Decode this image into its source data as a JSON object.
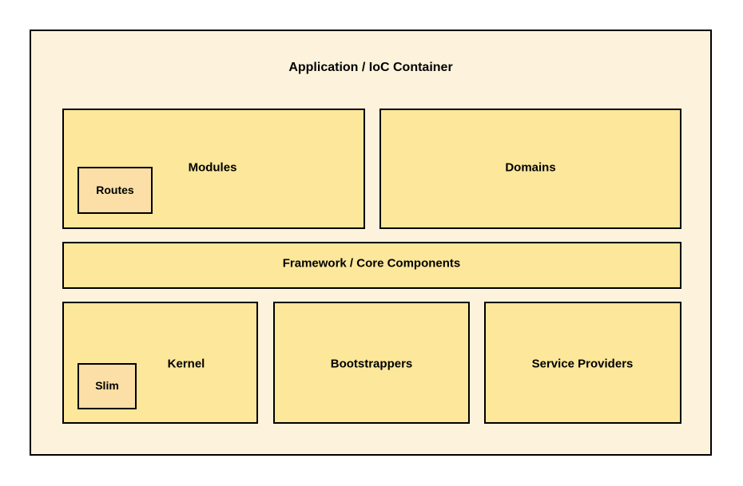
{
  "diagram": {
    "title": "Application / IoC Container",
    "colors": {
      "container_fill": "#fdf3dc",
      "panel_fill": "#fce79b",
      "nested_fill": "#fbdfa6",
      "stroke": "#000000",
      "text": "#000000",
      "page_background": "#ffffff"
    },
    "container": {
      "label": "Application / IoC Container"
    },
    "rows": {
      "top": [
        {
          "key": "modules",
          "label": "Modules",
          "nested": {
            "key": "routes",
            "label": "Routes"
          }
        },
        {
          "key": "domains",
          "label": "Domains",
          "nested": null
        }
      ],
      "middle": [
        {
          "key": "framework",
          "label": "Framework / Core Components",
          "nested": null
        }
      ],
      "bottom": [
        {
          "key": "kernel",
          "label": "Kernel",
          "nested": {
            "key": "slim",
            "label": "Slim"
          }
        },
        {
          "key": "bootstrappers",
          "label": "Bootstrappers",
          "nested": null
        },
        {
          "key": "service-providers",
          "label": "Service Providers",
          "nested": null
        }
      ]
    }
  }
}
